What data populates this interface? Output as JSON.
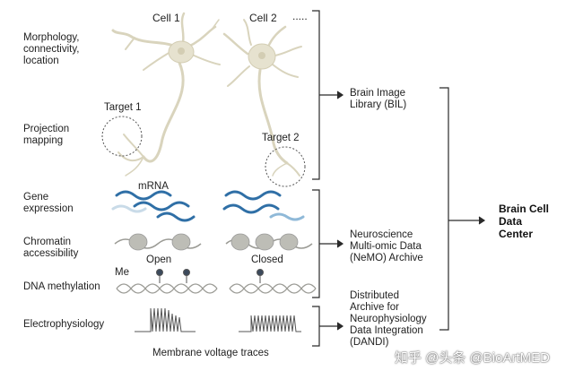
{
  "row_labels": {
    "morphology": [
      "Morphology,",
      "connectivity,",
      "location"
    ],
    "projection": [
      "Projection",
      "mapping"
    ],
    "gene": [
      "Gene",
      "expression"
    ],
    "chromatin": [
      "Chromatin",
      "accessibility"
    ],
    "methylation": "DNA methylation",
    "ephys": "Electrophysiology"
  },
  "cells": {
    "cell1": "Cell 1",
    "cell2": "Cell 2",
    "more": "....."
  },
  "targets": {
    "target1": "Target 1",
    "target2": "Target 2"
  },
  "omics": {
    "mrna": "mRNA",
    "open": "Open",
    "closed": "Closed",
    "me": "Me",
    "traces": "Membrane voltage traces"
  },
  "archives": {
    "bil": [
      "Brain Image",
      "Library (BIL)"
    ],
    "nemo": [
      "Neuroscience",
      "Multi-omic Data",
      "(NeMO) Archive"
    ],
    "dandi": [
      "Distributed",
      "Archive for",
      "Neurophysiology",
      "Data Integration",
      "(DANDI)"
    ]
  },
  "center": [
    "Brain Cell",
    "Data",
    "Center"
  ],
  "watermark": "知乎 @头条 @BioArtMED",
  "colors": {
    "wave_dark": "#2f6fa6",
    "wave_light": "#8fb9d8",
    "nucleosome": "#b7b7b1",
    "neuron": "#e6e2cf",
    "line": "#2a2a2a"
  }
}
